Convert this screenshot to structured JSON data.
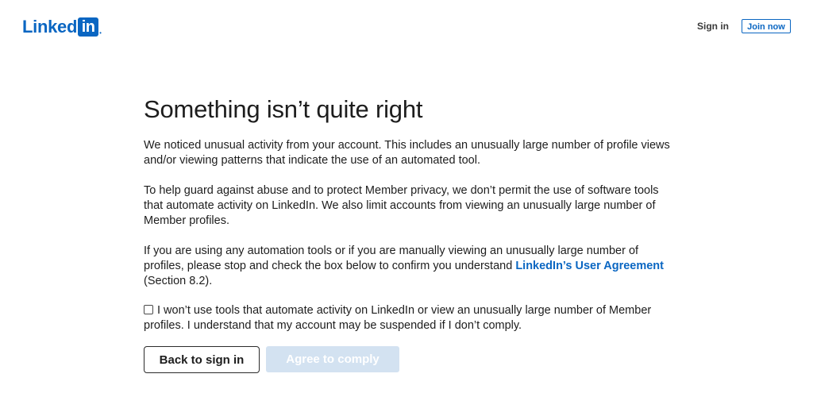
{
  "header": {
    "logo_text": "Linked",
    "logo_box_text": "in",
    "signin_label": "Sign in",
    "join_label": "Join now"
  },
  "main": {
    "title": "Something isn’t quite right",
    "paragraph_1": "We noticed unusual activity from your account. This includes an unusually large number of profile views and/or viewing patterns that indicate the use of an automated tool.",
    "paragraph_2": "To help guard against abuse and to protect Member privacy, we don’t permit the use of software tools that automate activity on LinkedIn. We also limit accounts from viewing an unusually large number of Member profiles.",
    "paragraph_3_before": "If you are using any automation tools or if you are manually viewing an unusually large number of profiles, please stop and check the box below to confirm you understand ",
    "paragraph_3_link": "LinkedIn’s User Agreement",
    "paragraph_3_after": " (Section 8.2).",
    "confirm_text": "I won’t use tools that automate activity on LinkedIn or view an unusually large number of Member profiles. I understand that my account may be suspended if I don’t comply.",
    "confirm_checked": false,
    "back_label": "Back to sign in",
    "agree_label": "Agree to comply",
    "agree_enabled": false
  },
  "colors": {
    "brand": "#0a66c2",
    "disabled_button": "#d3e2f1",
    "text": "#1d1d1d"
  }
}
